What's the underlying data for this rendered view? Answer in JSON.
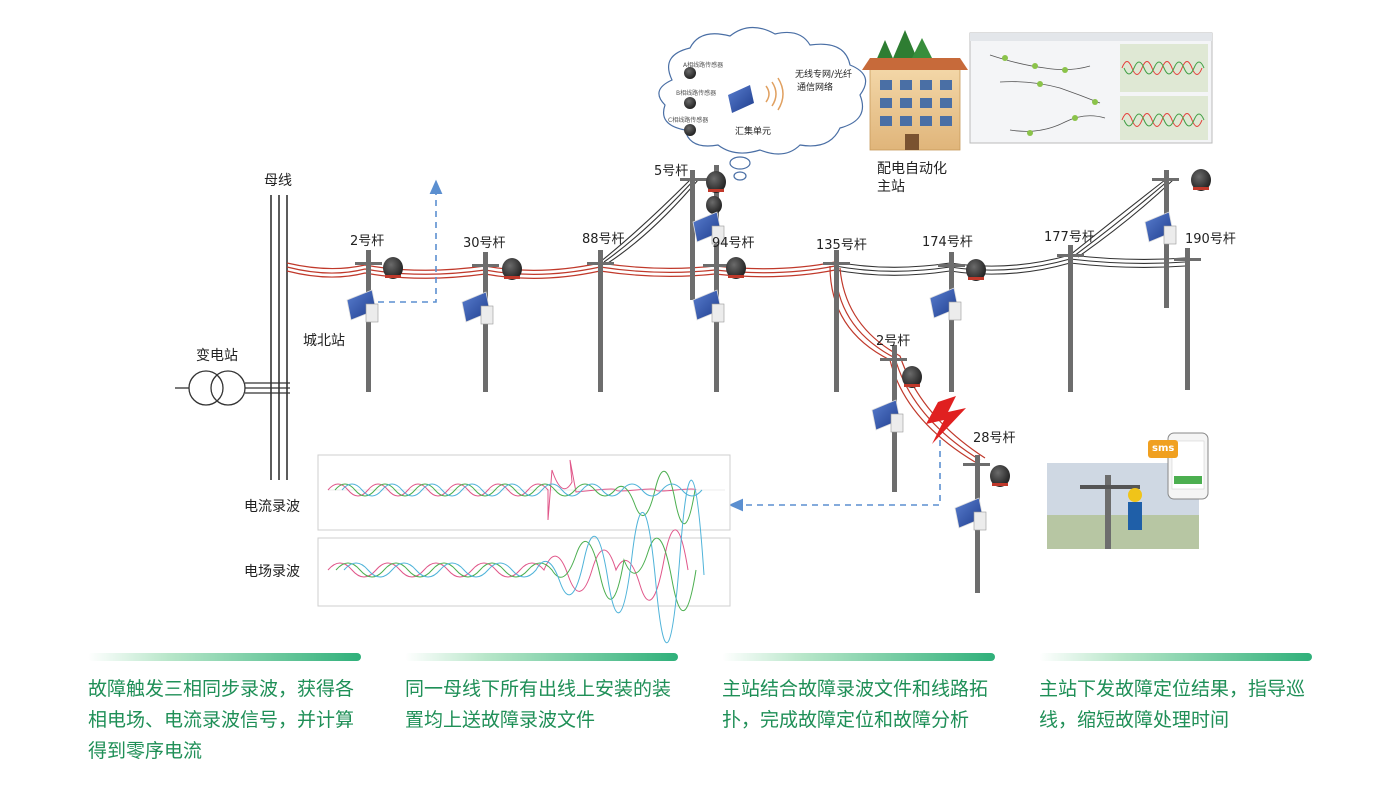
{
  "labels": {
    "busbar": "母线",
    "substation": "变电站",
    "station_north": "城北站",
    "current_wave": "电流录波",
    "field_wave": "电场录波",
    "master_station": [
      "配电自动化",
      "主站"
    ],
    "network": [
      "无线专网/光纤",
      "通信网络"
    ],
    "aggregator": "汇集单元",
    "sensors": [
      "A相线路传感器",
      "B相线路传感器",
      "C相线路传感器"
    ],
    "sms": "sms"
  },
  "poles": {
    "p2": "2号杆",
    "p30": "30号杆",
    "p88": "88号杆",
    "p5": "5号杆",
    "p94": "94号杆",
    "p135": "135号杆",
    "p174": "174号杆",
    "p177": "177号杆",
    "p190": "190号杆",
    "b2": "2号杆",
    "b28": "28号杆"
  },
  "colors": {
    "accent_green": "#2fb07a",
    "text_green": "#1f8f57",
    "line_red": "#c0392b",
    "line_black": "#333333",
    "arrow_blue": "#5b8fd0"
  },
  "steps": [
    {
      "text": "故障触发三相同步录波，获得各相电场、电流录波信号，并计算得到零序电流"
    },
    {
      "text": "同一母线下所有出线上安装的装置均上送故障录波文件"
    },
    {
      "text": "主站结合故障录波文件和线路拓扑，完成故障定位和故障分析"
    },
    {
      "text": "主站下发故障定位结果，指导巡线，缩短故障处理时间"
    }
  ]
}
